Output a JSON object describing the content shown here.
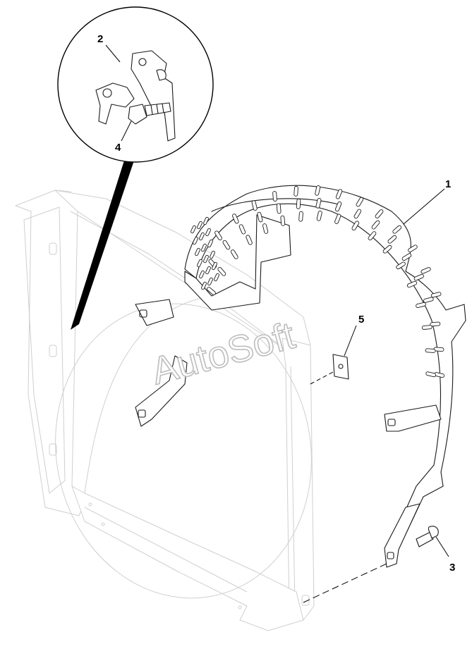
{
  "watermark": "AutoSoft",
  "callouts": [
    {
      "id": "1",
      "label": "1"
    },
    {
      "id": "2",
      "label": "2"
    },
    {
      "id": "3",
      "label": "3"
    },
    {
      "id": "4",
      "label": "4"
    },
    {
      "id": "5",
      "label": "5"
    }
  ]
}
